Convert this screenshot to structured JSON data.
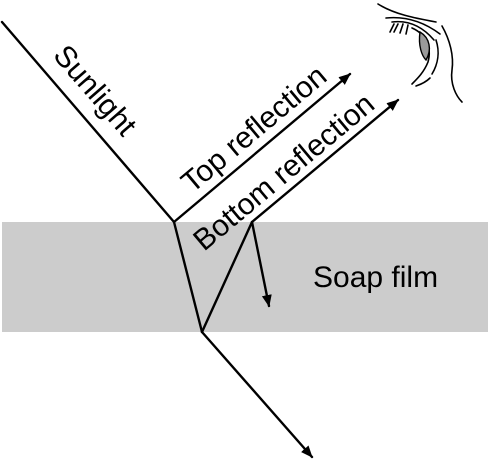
{
  "labels": {
    "sunlight": "Sunlight",
    "top_reflection": "Top reflection",
    "bottom_reflection": "Bottom reflection",
    "soap_film": "Soap film"
  },
  "colors": {
    "film_fill": "#cccccc",
    "line": "#000000",
    "background": "#ffffff",
    "iris": "#9a9a9a"
  },
  "icons": {
    "observer": "eye-icon"
  }
}
